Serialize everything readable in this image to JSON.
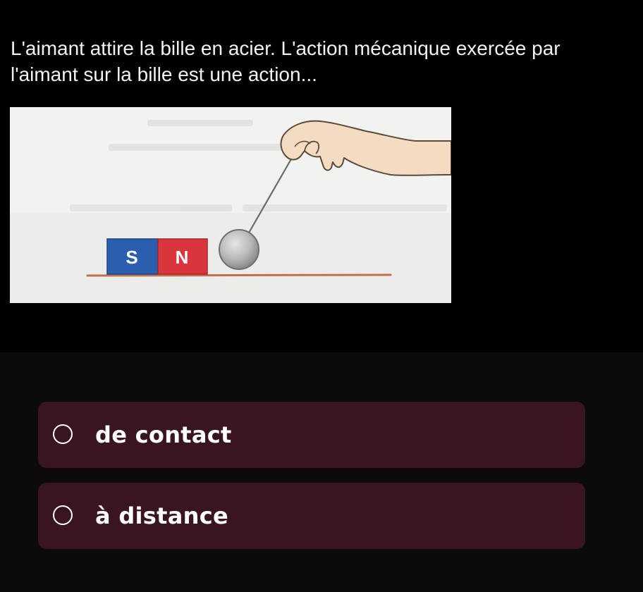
{
  "question": {
    "text": "L'aimant attire la bille en acier. L'action mécanique exercée par l'aimant sur la bille est une action..."
  },
  "illustration": {
    "magnet_south_label": "S",
    "magnet_north_label": "N",
    "colors": {
      "south_pole": "#2a5fb0",
      "north_pole": "#d8353d",
      "ball": "#b9b9b9",
      "hand": "#f3dcc2",
      "ground": "#c0714e"
    }
  },
  "options": [
    {
      "label": "de contact"
    },
    {
      "label": "à distance"
    }
  ],
  "colors": {
    "background": "#000000",
    "answer_panel": "#0d0a0b",
    "option_background": "#381520",
    "text": "#ffffff"
  }
}
